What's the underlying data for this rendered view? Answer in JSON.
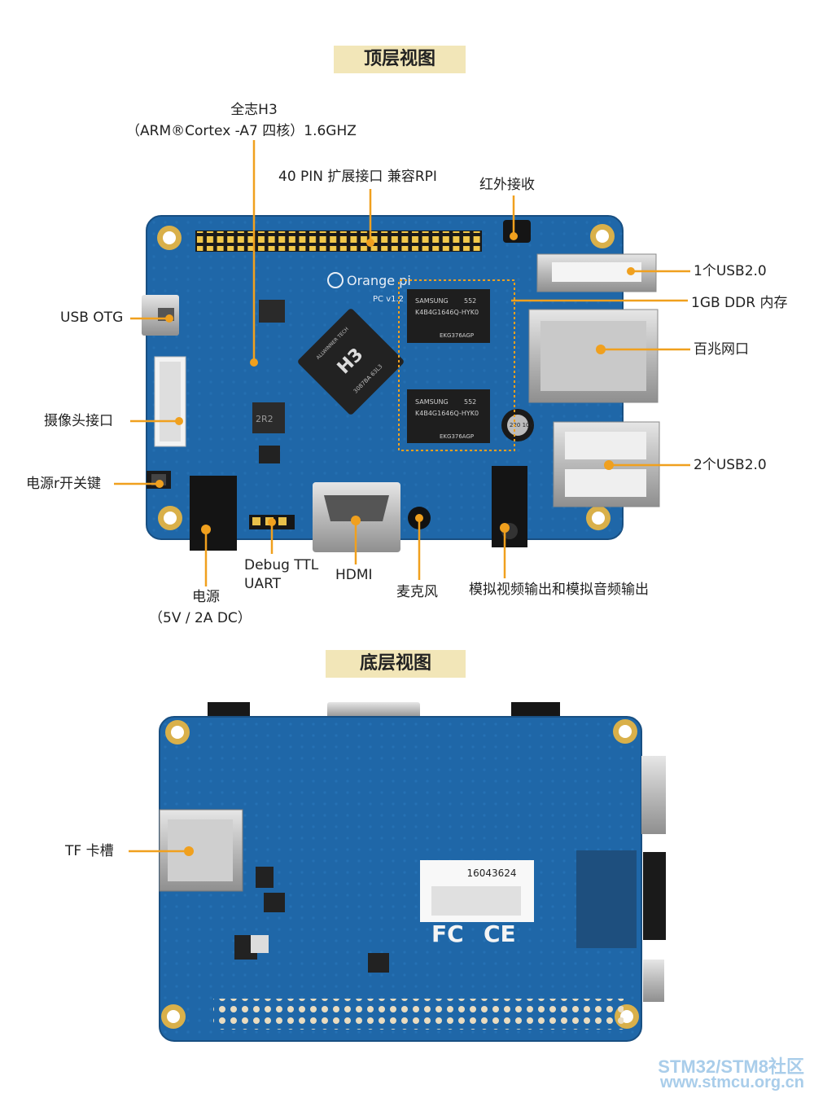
{
  "sections": {
    "top_title": "顶层视图",
    "bottom_title": "底层视图"
  },
  "top_labels": {
    "cpu_line1": "全志H3",
    "cpu_line2": "（ARM®Cortex -A7 四核）1.6GHZ",
    "gpio": "40 PIN 扩展接口  兼容RPI",
    "ir": "红外接收",
    "usb_one": "1个USB2.0",
    "ddr": "1GB DDR 内存",
    "ethernet": "百兆网口",
    "usb_otg": "USB OTG",
    "camera": "摄像头接口",
    "power_key": "电源r开关键",
    "usb_two": "2个USB2.0",
    "debug_line1": "Debug TTL",
    "debug_line2": "UART",
    "hdmi": "HDMI",
    "mic": "麦克风",
    "av": "模拟视频输出和模拟音频输出",
    "power_line1": "电源",
    "power_line2": "（5V / 2A DC）"
  },
  "bottom_labels": {
    "tf": "TF 卡槽"
  },
  "board_text": {
    "brand": "Orange pi",
    "model": "PC v1.2",
    "soc_brand": "ALLWINNER TECH",
    "soc": "H3",
    "soc_code": "3087BA 63L3",
    "ram_brand": "SAMSUNG",
    "ram_part": "K4B4G1646Q-HYK0",
    "ram_code": "EKG376AGP",
    "ram_num": "552",
    "cap": "220 10V",
    "inductor": "2R2",
    "barcode_num": "16043624",
    "fc": "FC",
    "ce": "CE"
  },
  "watermark": {
    "line1": "STM32/STM8社区",
    "line2": "www.stmcu.org.cn"
  },
  "colors": {
    "board": "#1f67a8",
    "callout": "#f0a01e",
    "banner": "#f2e6b8",
    "watermark": "#a9cdea"
  }
}
